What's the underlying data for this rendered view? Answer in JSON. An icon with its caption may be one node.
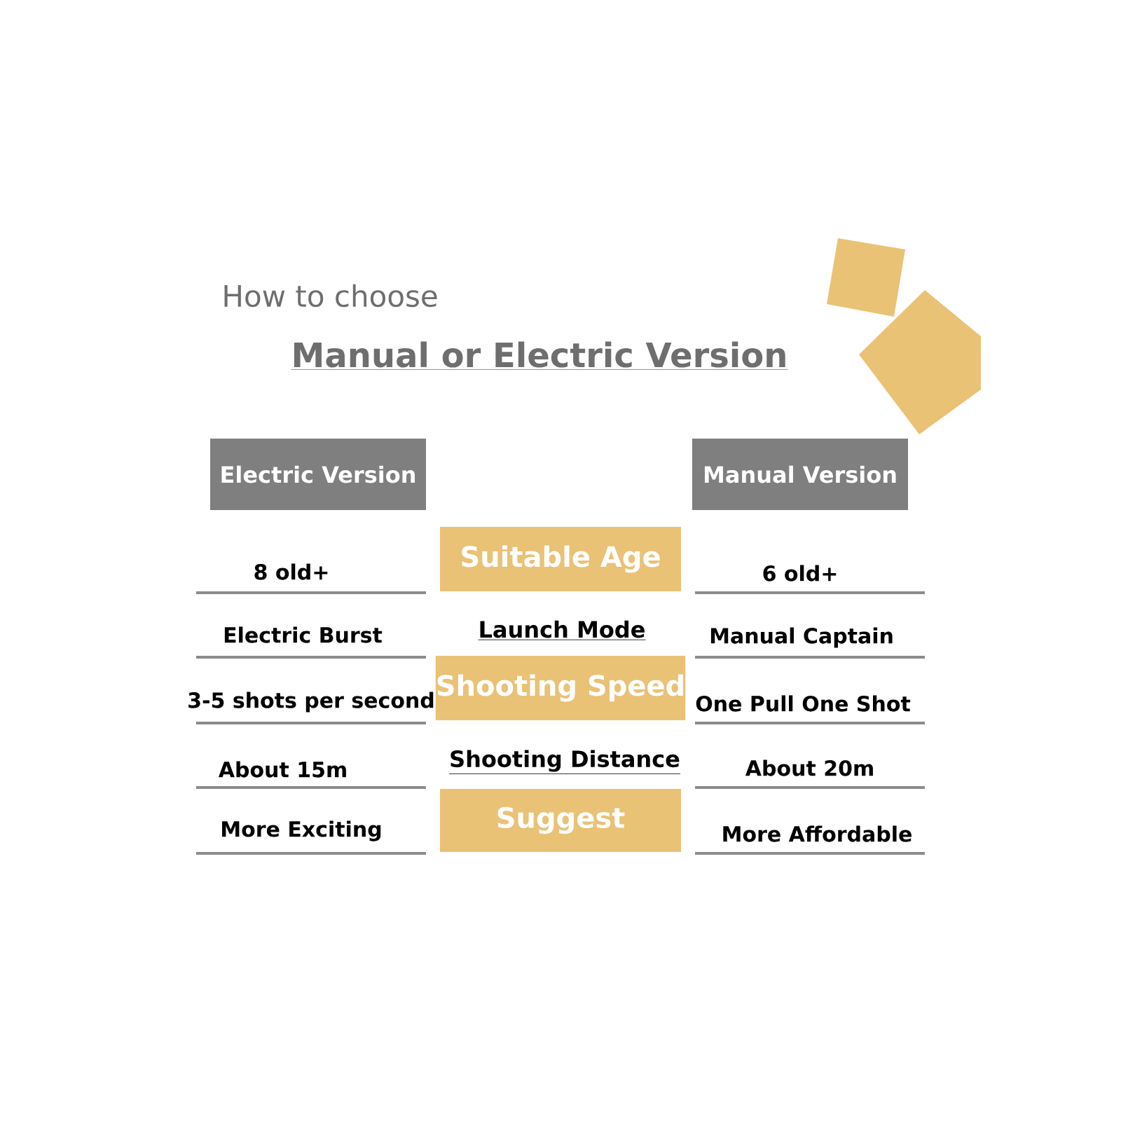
{
  "diagram": {
    "title": "Manual or Electric Version",
    "nodes": [
      {
        "text": [
          "Electric Version"
        ]
      },
      {
        "text": [
          "Manual Version"
        ]
      },
      {
        "text": [
          "Suitable Age"
        ]
      },
      {
        "text": [
          "Shooting Speed"
        ]
      },
      {
        "text": [
          "Suggest"
        ]
      }
    ],
    "labels": [
      "How to choose",
      "8 old+",
      "6 old+",
      "Electric Burst",
      "Launch Mode",
      "Manual Captain",
      "3-5 shots per second",
      "One Pull One Shot",
      "About 15m",
      "Shooting Distance",
      "About 20m",
      "More Exciting",
      "More Affordable"
    ]
  }
}
